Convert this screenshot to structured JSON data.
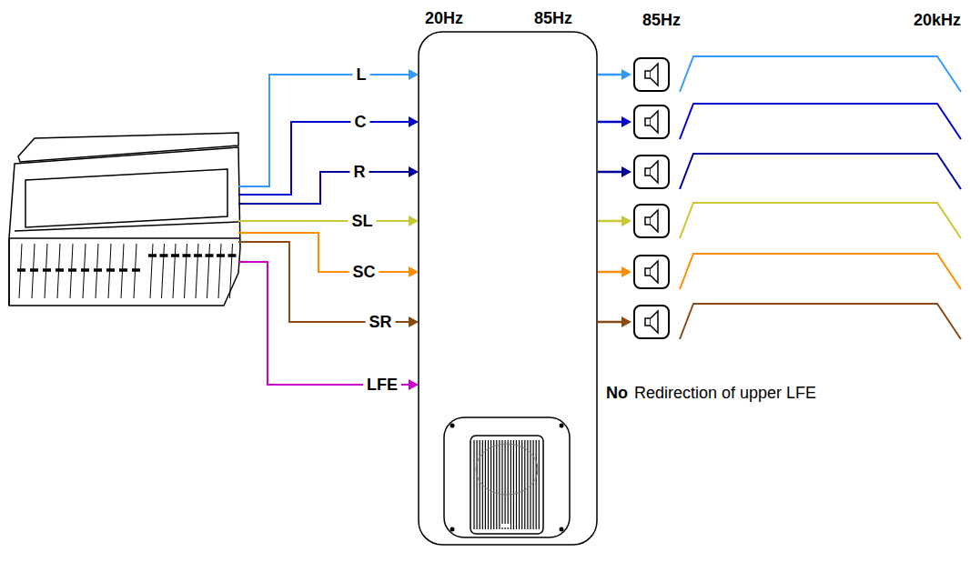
{
  "diagram": {
    "nodes": [
      {
        "text": [
          "20Hz",
          "85Hz"
        ]
      }
    ],
    "labels": [
      "L",
      "C",
      "R",
      "SL",
      "SC",
      "SR",
      "LFE",
      "85Hz",
      "20kHz",
      "No",
      "Redirection of upper LFE"
    ]
  }
}
